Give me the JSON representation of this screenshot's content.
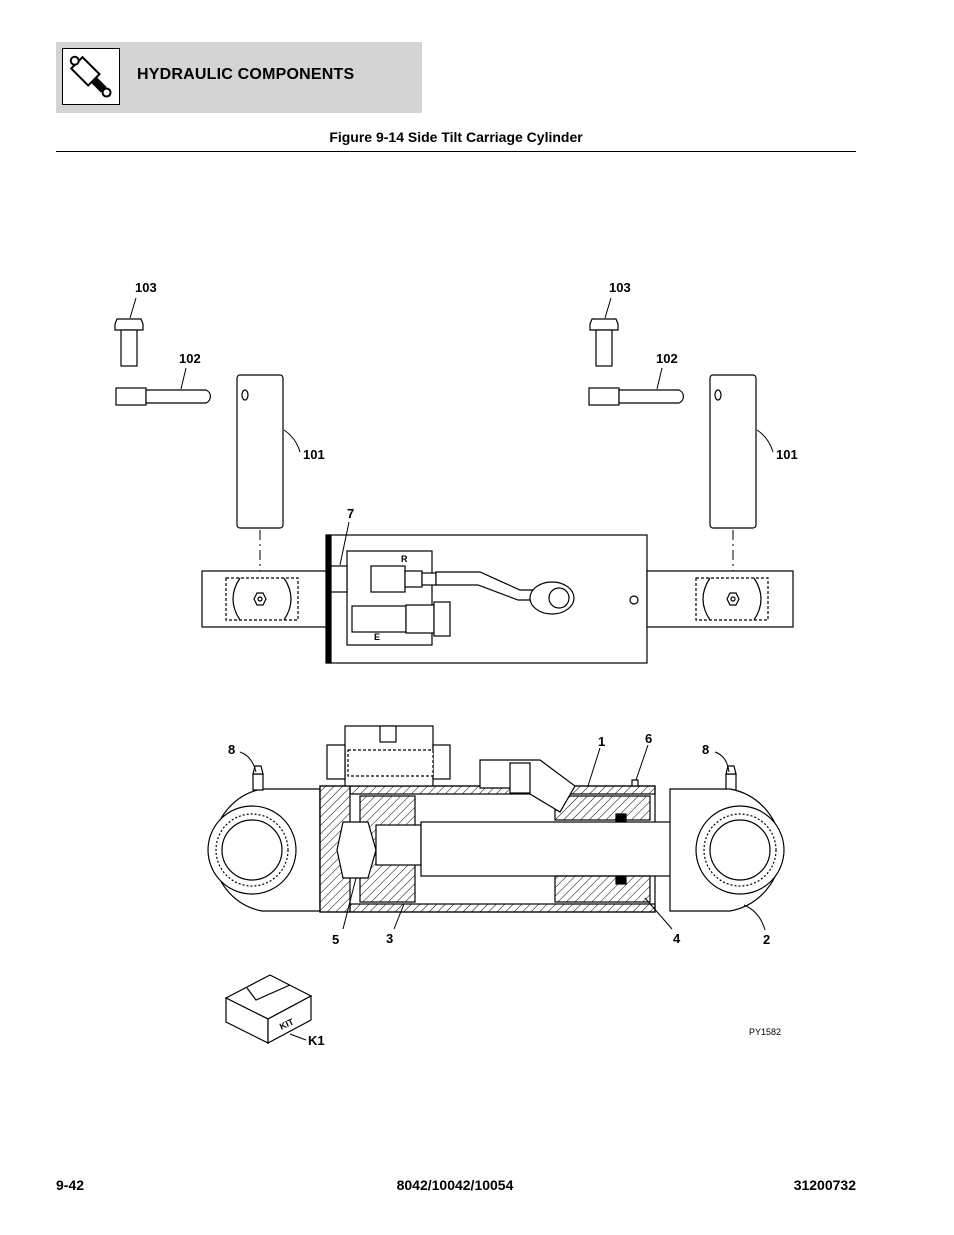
{
  "header": {
    "section_title": "HYDRAULIC COMPONENTS",
    "icon": "hydraulic-cylinder-icon"
  },
  "figure": {
    "title": "Figure 9-14 Side Tilt Carriage Cylinder",
    "reference": "PY1582",
    "callouts": {
      "c103_left": "103",
      "c102_left": "102",
      "c101_left": "101",
      "c103_right": "103",
      "c102_right": "102",
      "c101_right": "101",
      "c7": "7",
      "port_r": "R",
      "port_e": "E",
      "c8_left": "8",
      "c1": "1",
      "c6": "6",
      "c8_right": "8",
      "c5": "5",
      "c3": "3",
      "c4": "4",
      "c2": "2",
      "kit_text": "KIT",
      "k1": "K1"
    }
  },
  "footer": {
    "page_number": "9-42",
    "models": "8042/10042/10054",
    "doc_number": "31200732"
  }
}
